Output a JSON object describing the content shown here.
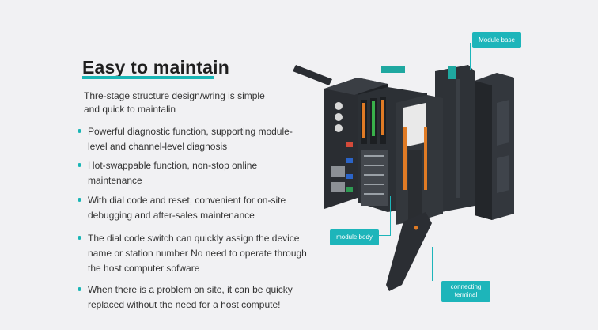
{
  "heading": "Easy to maintain",
  "subtitle": "Thre-stage structure design/wring is simple and quick to maintalin",
  "features": [
    "Powerful diagnostic function, supporting module-level and channel-level diagnosis",
    "Hot-swappable function, non-stop online maintenance",
    "With dial code and reset, convenient for on-site debugging and after-sales maintenance",
    "The dial code switch can quickly assign the device name or station number No need to operate through the host computer sofware",
    "When there is a problem on site, it can be quicky replaced without the need for a host compute!"
  ],
  "callouts": {
    "module_base": "Module base",
    "module_body": "module body",
    "connecting_terminal": "connecting terminal"
  },
  "colors": {
    "accent": "#19b5b5",
    "background": "#f1f1f3",
    "device_dark": "#2b2e33"
  }
}
